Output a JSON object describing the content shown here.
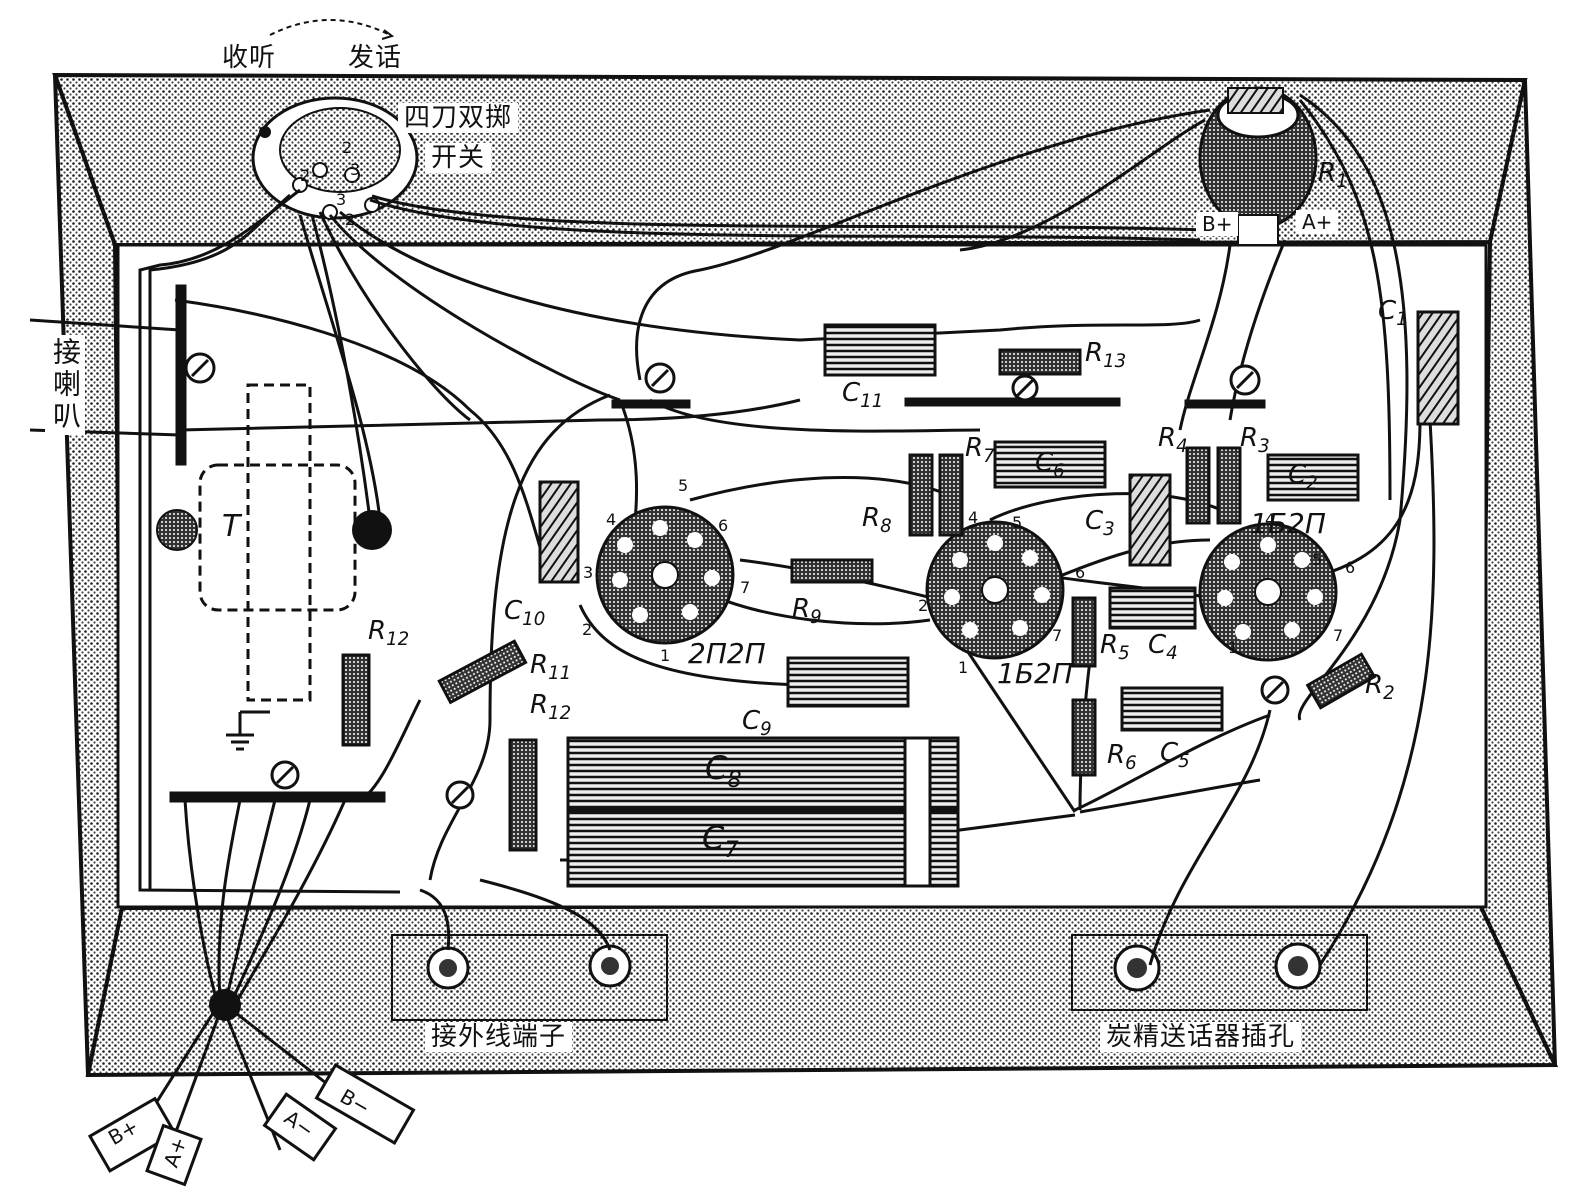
{
  "switch": {
    "receive": "收听",
    "transmit": "发话",
    "name_line1": "四刀双掷",
    "name_line2": "开关"
  },
  "speaker_label": "接喇叭",
  "terminals_label": "接外线端子",
  "mic_label": "炭精送话器插孔",
  "transformer": "T",
  "tubes": [
    {
      "type": "2П2П"
    },
    {
      "type": "1Б2П"
    },
    {
      "type": "1Б2П"
    }
  ],
  "tube_pins": [
    "1",
    "2",
    "3",
    "4",
    "5",
    "6",
    "7"
  ],
  "capacitors": [
    {
      "letter": "C",
      "idx": "1"
    },
    {
      "letter": "C",
      "idx": "2"
    },
    {
      "letter": "C",
      "idx": "3"
    },
    {
      "letter": "C",
      "idx": "4"
    },
    {
      "letter": "C",
      "idx": "5"
    },
    {
      "letter": "C",
      "idx": "6"
    },
    {
      "letter": "C",
      "idx": "7"
    },
    {
      "letter": "C",
      "idx": "8"
    },
    {
      "letter": "C",
      "idx": "9"
    },
    {
      "letter": "C",
      "idx": "10"
    },
    {
      "letter": "C",
      "idx": "11"
    }
  ],
  "resistors": [
    {
      "letter": "R",
      "idx": "1"
    },
    {
      "letter": "R",
      "idx": "2"
    },
    {
      "letter": "R",
      "idx": "3"
    },
    {
      "letter": "R",
      "idx": "4"
    },
    {
      "letter": "R",
      "idx": "5"
    },
    {
      "letter": "R",
      "idx": "6"
    },
    {
      "letter": "R",
      "idx": "7"
    },
    {
      "letter": "R",
      "idx": "8"
    },
    {
      "letter": "R",
      "idx": "9"
    },
    {
      "letter": "R",
      "idx": "11"
    },
    {
      "letter": "R",
      "idx": "12"
    },
    {
      "letter": "R",
      "idx": "12"
    },
    {
      "letter": "R",
      "idx": "13"
    }
  ],
  "r1_terminals": {
    "b_plus": "B+",
    "a_plus": "A+"
  },
  "battery_leads": [
    "B+",
    "A+",
    "A−",
    "B−"
  ],
  "switch_contacts": [
    "2",
    "2",
    "3",
    "3",
    "2"
  ]
}
